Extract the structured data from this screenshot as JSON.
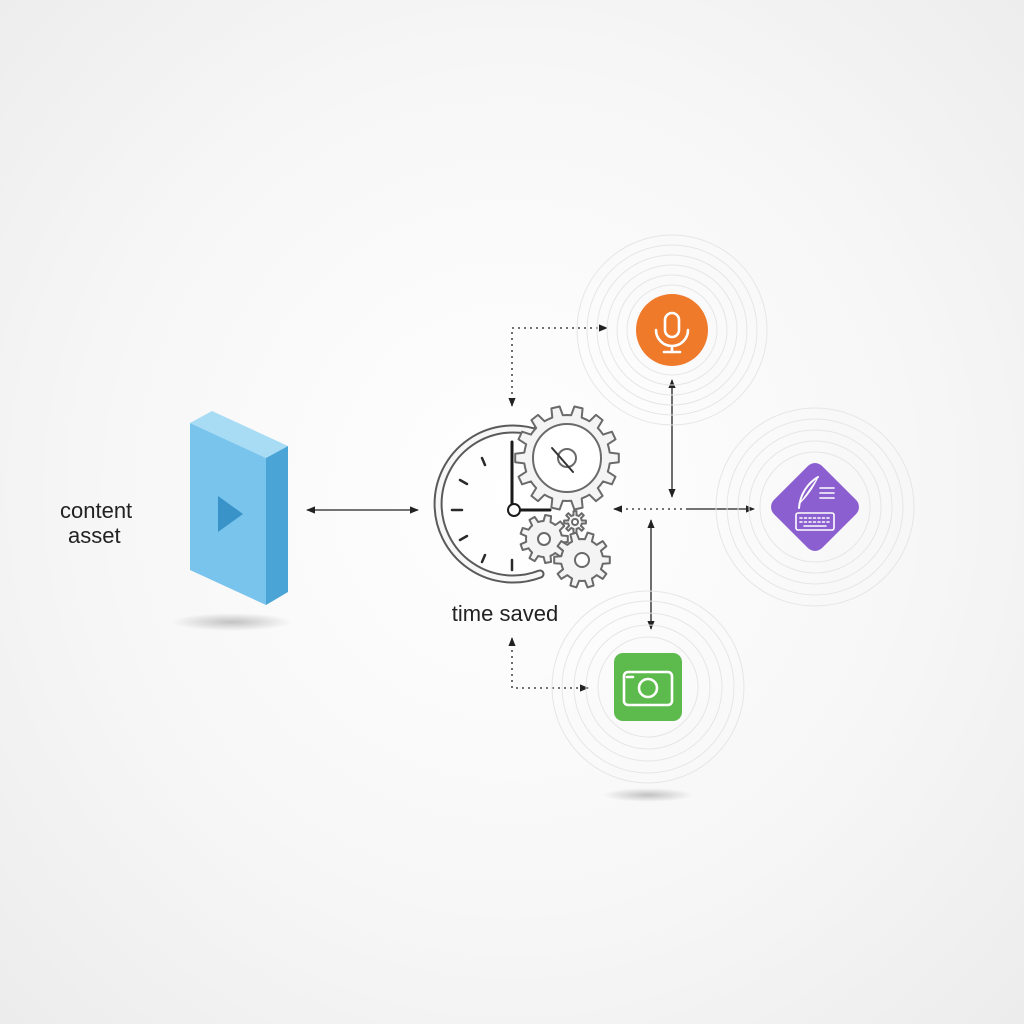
{
  "labels": {
    "content_asset_line1": "content",
    "content_asset_line2": "asset",
    "time_saved": "time saved"
  },
  "nodes": {
    "content_asset": {
      "icon": "video-file-icon",
      "color": "#6fbde6"
    },
    "time_saved": {
      "icon": "clock-gears-icon",
      "color": "#7a7a7a"
    },
    "audio": {
      "icon": "microphone-icon",
      "color": "#ef7a2a"
    },
    "text": {
      "icon": "quill-keyboard-icon",
      "color": "#8b5fcf"
    },
    "image": {
      "icon": "camera-icon",
      "color": "#5dbb4d"
    }
  }
}
